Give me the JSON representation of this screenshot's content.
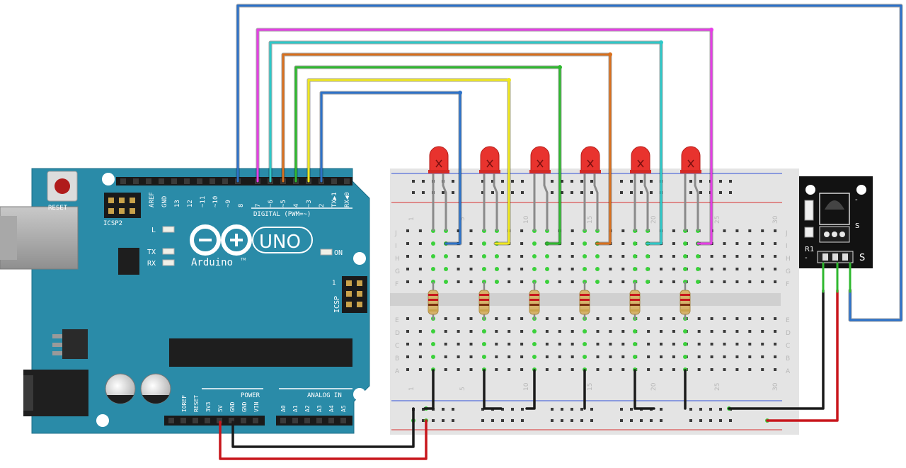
{
  "arduino": {
    "reset_label": "RESET",
    "icsp2_label": "ICSP2",
    "icsp_label": "ICSP",
    "digital_label": "DIGITAL (PWM=~)",
    "uno_label": "UNO",
    "brand_label": "Arduino",
    "tm_label": "TM",
    "led_l_label": "L",
    "led_tx_label": "TX",
    "led_rx_label": "RX",
    "on_label": "ON",
    "icsp_pin1": "1",
    "power_label": "POWER",
    "analog_label": "ANALOG IN",
    "digital_pins": [
      "AREF",
      "GND",
      "13",
      "12",
      "~11",
      "~10",
      "~9",
      "8",
      "7",
      "~6",
      "~5",
      "4",
      "~3",
      "2",
      "TX▶1",
      "RX◀0"
    ],
    "power_pins": [
      "IOREF",
      "RESET",
      "3V3",
      "5V",
      "GND",
      "GND",
      "VIN"
    ],
    "analog_pins": [
      "A0",
      "A1",
      "A2",
      "A3",
      "A4",
      "A5"
    ],
    "board_color": "#2a8ba8"
  },
  "breadboard": {
    "top_row_letters": [
      "J",
      "I",
      "H",
      "G",
      "F"
    ],
    "bottom_row_letters": [
      "E",
      "D",
      "C",
      "B",
      "A"
    ],
    "column_numbers": [
      "1",
      "5",
      "10",
      "15",
      "20",
      "25",
      "30"
    ]
  },
  "ir_module": {
    "r1_label": "R1",
    "s_label_small": "S",
    "s_label_pin": "S",
    "minus_label": "-",
    "minus_label2": "-"
  },
  "components": {
    "led_count": 6,
    "led_color": "#e8332e",
    "resistor_count": 6
  },
  "wire_colors": {
    "blue": "#2d72c8",
    "magenta": "#e63ee6",
    "cyan": "#2ec8c8",
    "orange": "#d8701e",
    "green": "#2fb82f",
    "yellow": "#f0e81e",
    "black": "#1a1a1a",
    "red": "#c8161c",
    "gray": "#8a8a8a"
  }
}
